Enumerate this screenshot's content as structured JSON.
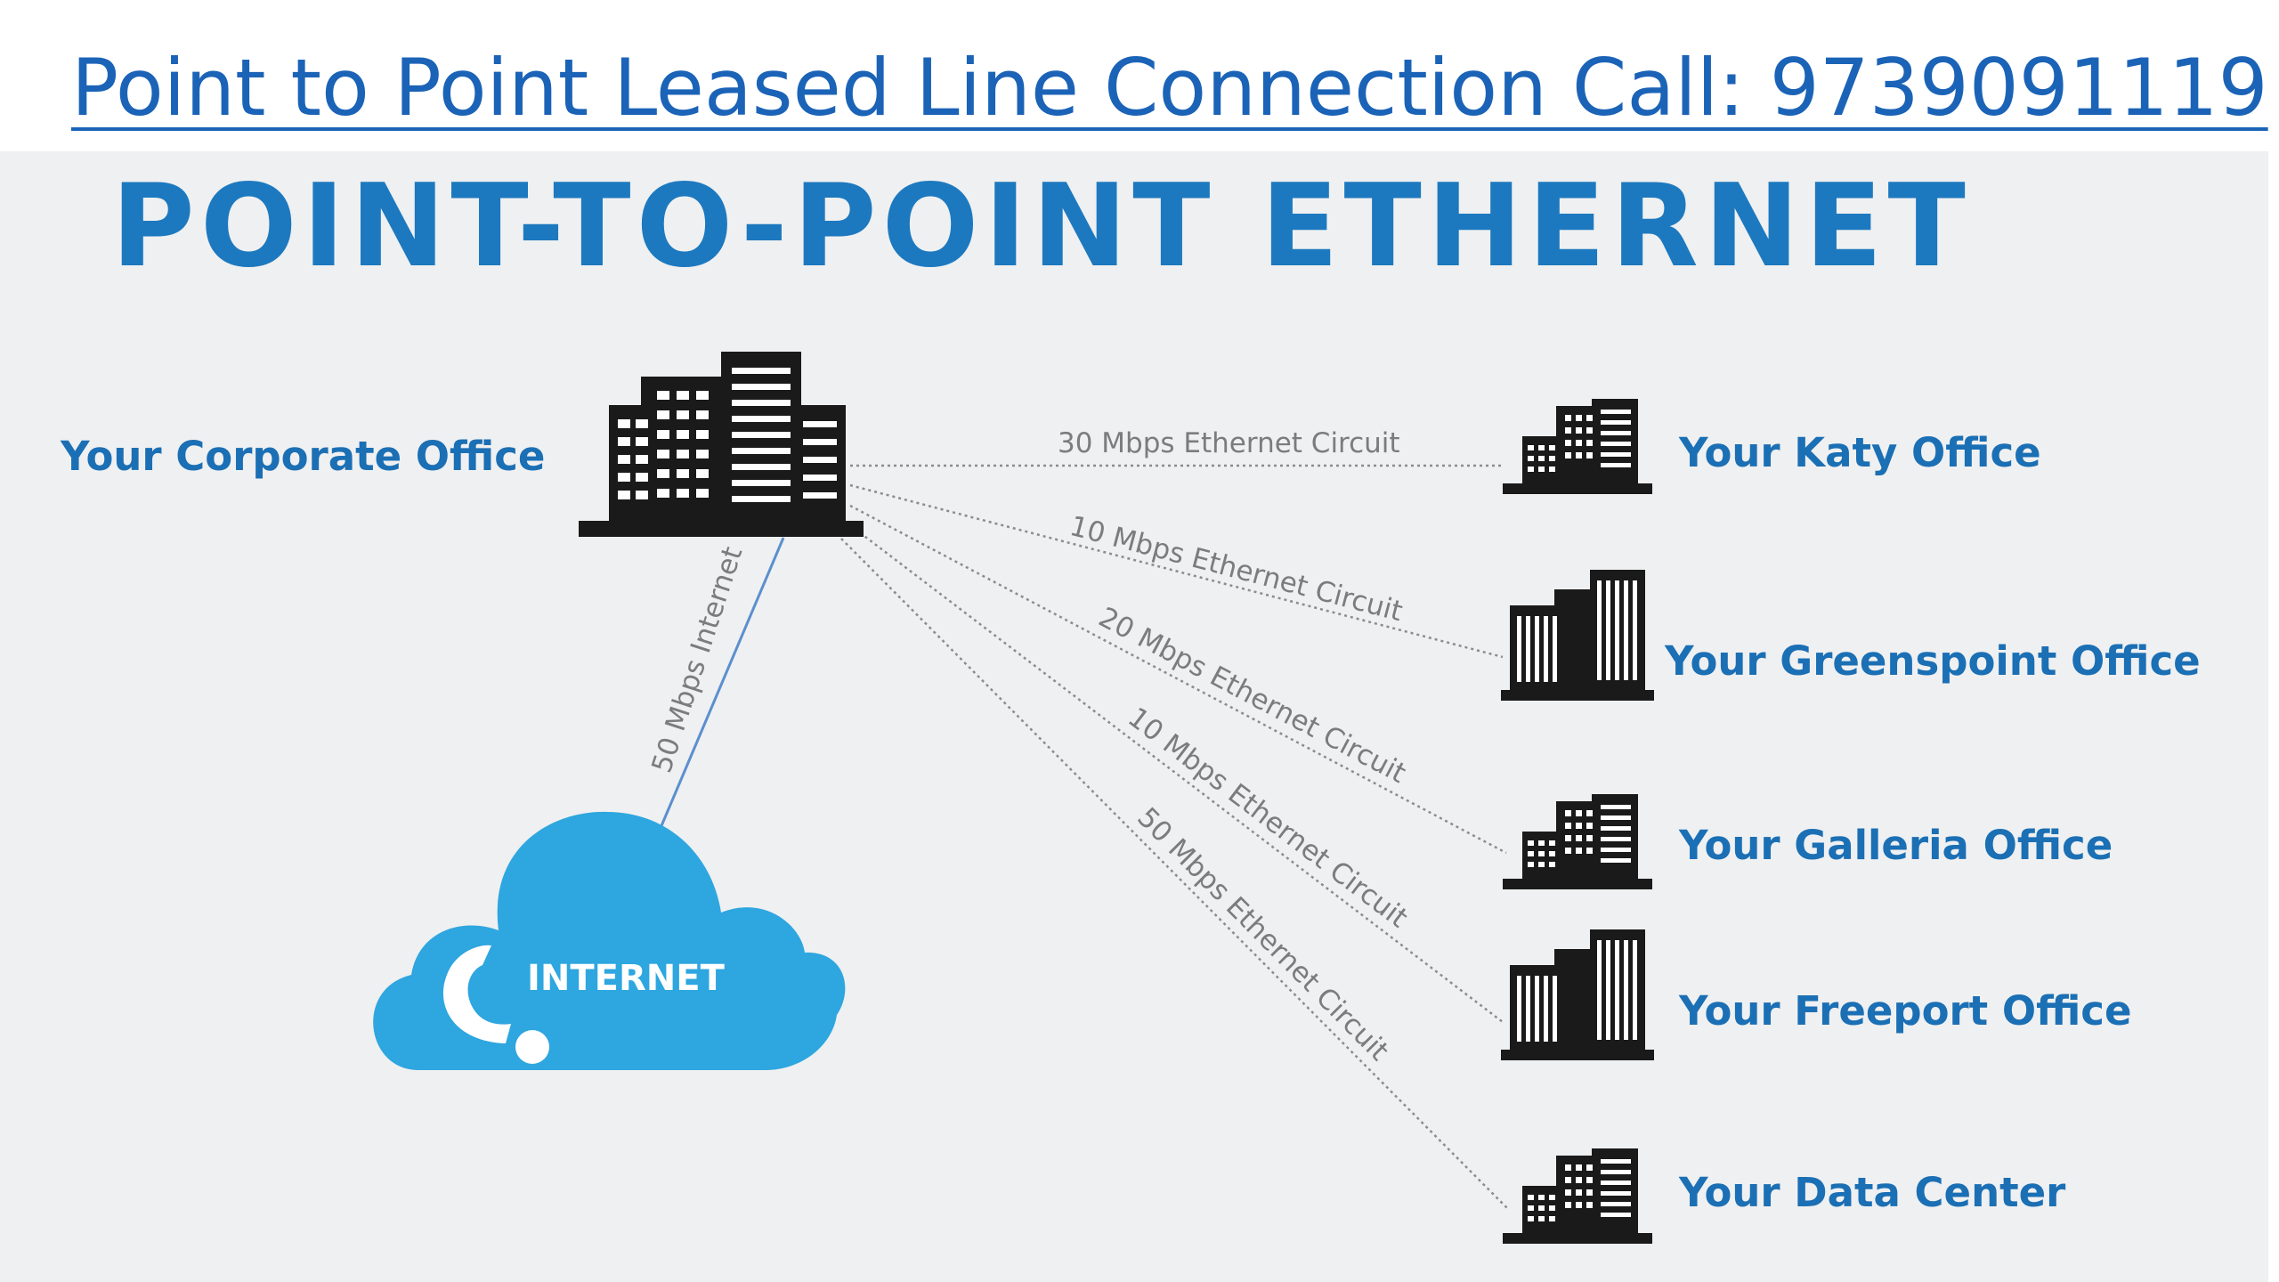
{
  "header": {
    "link_text": "Point to Point Leased Line Connection Call: 9739091119"
  },
  "diagram": {
    "heading": "POINT-TO-POINT ETHERNET",
    "hub": {
      "label": "Your Corporate Office"
    },
    "internet": {
      "cloud_label": "INTERNET",
      "link_label": "50 Mbps Internet"
    },
    "circuits": [
      {
        "label": "30 Mbps Ethernet Circuit",
        "office": "Your Katy Office"
      },
      {
        "label": "10 Mbps Ethernet Circuit",
        "office": "Your Greenspoint Office"
      },
      {
        "label": "20 Mbps Ethernet Circuit",
        "office": "Your Galleria Office"
      },
      {
        "label": "10 Mbps Ethernet Circuit",
        "office": "Your Freeport Office"
      },
      {
        "label": "50 Mbps Ethernet Circuit",
        "office": "Your Data Center"
      }
    ]
  },
  "colors": {
    "link": "#1b63b7",
    "heading": "#1d79bf",
    "office_label": "#1b6fb4",
    "cloud": "#2ea6df",
    "building": "#1a1a1a",
    "panel_background": "#eff0f1"
  },
  "icons": [
    "building-icon",
    "tall-building-icon",
    "twin-building-icon",
    "cloud-icon"
  ]
}
